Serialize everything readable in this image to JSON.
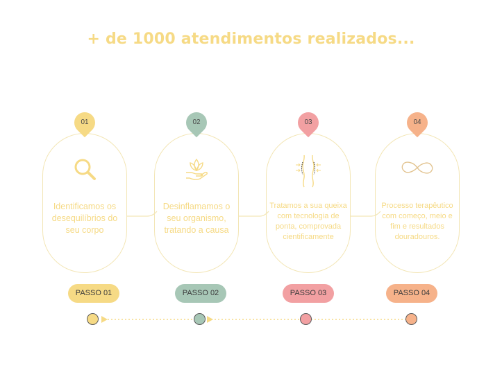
{
  "headline": "+ de 1000 atendimentos realizados...",
  "colors": {
    "yellow": "#f6da85",
    "sage": "#a7c7b6",
    "pink": "#f2a0a2",
    "orange": "#f6b28a",
    "outline": "#f3e6b6"
  },
  "steps": [
    {
      "number": "01",
      "icon": "magnifier-icon",
      "description": "Identificamos os desequilíbrios do seu corpo",
      "badge": "PASSO 01",
      "color": "#f6da85"
    },
    {
      "number": "02",
      "icon": "lotus-hand-icon",
      "description": "Desinflamamos o seu organismo, tratando a causa",
      "badge": "PASSO 02",
      "color": "#a7c7b6"
    },
    {
      "number": "03",
      "icon": "body-silhouette-icon",
      "description": "Tratamos a sua queixa com tecnologia de ponta, comprovada cientificamente",
      "badge": "PASSO 03",
      "color": "#f2a0a2"
    },
    {
      "number": "04",
      "icon": "infinity-icon",
      "description": "Processo terapêutico com começo, meio e fim e resultados douradouros.",
      "badge": "PASSO 04",
      "color": "#f6b28a"
    }
  ]
}
